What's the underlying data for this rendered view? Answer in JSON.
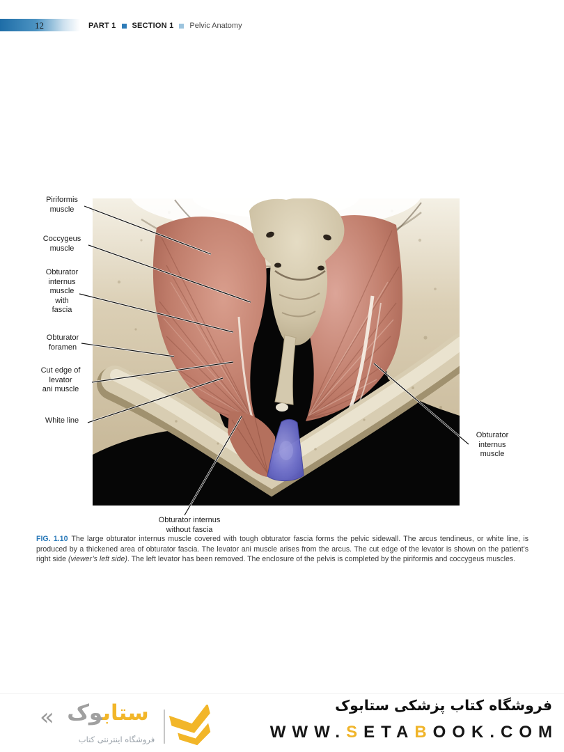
{
  "header": {
    "page_number": "12",
    "part_label": "PART 1",
    "section_label": "SECTION 1",
    "chapter_title": "Pelvic Anatomy"
  },
  "figure": {
    "labels": [
      {
        "id": "piriformis-muscle",
        "text": "Piriformis\nmuscle"
      },
      {
        "id": "coccygeus-muscle",
        "text": "Coccygeus\nmuscle"
      },
      {
        "id": "obturator-internus-fascia",
        "text": "Obturator\ninternus\nmuscle\nwith\nfascia"
      },
      {
        "id": "obturator-foramen",
        "text": "Obturator\nforamen"
      },
      {
        "id": "cut-edge-levator",
        "text": "Cut edge of\nlevator\nani muscle"
      },
      {
        "id": "white-line",
        "text": "White line"
      },
      {
        "id": "obturator-internus-right",
        "text": "Obturator\ninternus\nmuscle"
      },
      {
        "id": "obturator-internus-no-fascia",
        "text": "Obturator internus\nwithout fascia"
      }
    ]
  },
  "caption": {
    "fig_label": "FIG. 1.10",
    "text_before_italic": "The large obturator internus muscle covered with tough obturator fascia forms the pelvic sidewall. The arcus tendineus, or white line, is produced by a thickened area of obturator fascia. The levator ani muscle arises from the arcus. The cut edge of the levator is shown on the patient’s right side ",
    "italic_text": "(viewer’s left side)",
    "text_after_italic": ". The left levator has been removed. The enclosure of the pelvis is completed by the piriformis and coccygeus muscles."
  },
  "footer": {
    "logo_chevron": "«",
    "wordmark_yellow": "ستاب",
    "wordmark_gray": "وک",
    "logo_tagline": "فروشگاه اینترنتی کتاب",
    "store_name": "فروشگاه کتاب پزشکی ستابوک",
    "website": {
      "p1": "WWW.",
      "p2": "S",
      "p3": "ETA",
      "p4": "B",
      "p5": "OOK.COM"
    }
  },
  "colors": {
    "header_blue": "#1e6da7",
    "square_dark_blue": "#2e7cb8",
    "square_light_blue": "#9cc4de",
    "fig_label_blue": "#2878b8",
    "brand_yellow": "#f0b429",
    "logo_gray": "#9b9b9b",
    "highlight_blue_structure": "#5d5fc0"
  }
}
